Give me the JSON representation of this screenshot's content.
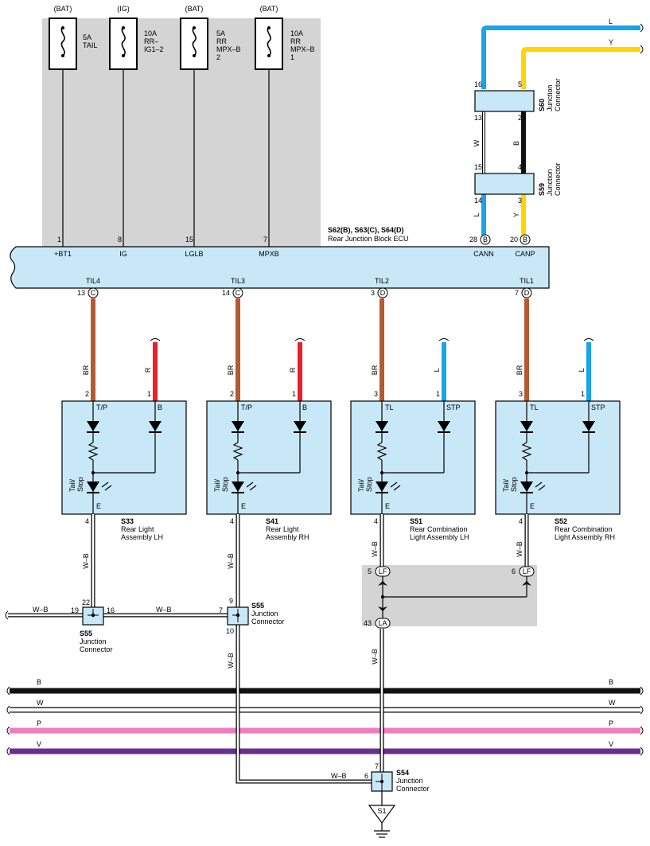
{
  "fuses": [
    {
      "source": "(BAT)",
      "l1": "5A",
      "l2": "TAIL",
      "l3": "",
      "l4": ""
    },
    {
      "source": "(IG)",
      "l1": "10A",
      "l2": "RR–",
      "l3": "IG1–2",
      "l4": ""
    },
    {
      "source": "(BAT)",
      "l1": "5A",
      "l2": "RR",
      "l3": "MPX–B",
      "l4": "2"
    },
    {
      "source": "(BAT)",
      "l1": "10A",
      "l2": "RR",
      "l3": "MPX–B",
      "l4": "1"
    }
  ],
  "ecu": {
    "id": "S62(B), S63(C), S64(D)",
    "name": "Rear Junction Block ECU",
    "top_pins": [
      {
        "pin": "1",
        "label": "+BT1"
      },
      {
        "pin": "8",
        "label": "IG"
      },
      {
        "pin": "15",
        "label": "LGLB"
      },
      {
        "pin": "7",
        "label": "MPXB"
      },
      {
        "pin": "28",
        "conn": "B",
        "label": "CANN"
      },
      {
        "pin": "20",
        "conn": "B",
        "label": "CANP"
      }
    ],
    "bottom_pins": [
      {
        "pin": "13",
        "conn": "C",
        "label": "TIL4"
      },
      {
        "pin": "14",
        "conn": "C",
        "label": "TIL3"
      },
      {
        "pin": "3",
        "conn": "D",
        "label": "TIL2"
      },
      {
        "pin": "7",
        "conn": "D",
        "label": "TIL1"
      }
    ]
  },
  "can": {
    "wire_l": "L",
    "wire_y": "Y",
    "wire_w": "W",
    "wire_b": "B",
    "s60": {
      "id": "S60",
      "name1": "Junction",
      "name2": "Connector",
      "p_top_l": "16",
      "p_top_r": "5",
      "p_bot_l": "13",
      "p_bot_r": "2"
    },
    "s59": {
      "id": "S59",
      "name1": "Junction",
      "name2": "Connector",
      "p_top_l": "15",
      "p_top_r": "4",
      "p_bot_l": "14",
      "p_bot_r": "3"
    }
  },
  "lamps": [
    {
      "id": "S33",
      "name1": "Rear Light",
      "name2": "Assembly LH",
      "pin_l": "2",
      "pin_r": "1",
      "term_l": "T/P",
      "term_r": "B",
      "wire_l": "BR",
      "wire_r": "R",
      "inner1": "Tail/",
      "inner2": "Stop",
      "term_e": "E",
      "pin_e": "4",
      "wire_e": "W–B"
    },
    {
      "id": "S41",
      "name1": "Rear Light",
      "name2": "Assembly RH",
      "pin_l": "2",
      "pin_r": "1",
      "term_l": "T/P",
      "term_r": "B",
      "wire_l": "BR",
      "wire_r": "R",
      "inner1": "Tail/",
      "inner2": "Stop",
      "term_e": "E",
      "pin_e": "4",
      "wire_e": "W–B"
    },
    {
      "id": "S51",
      "name1": "Rear Combination",
      "name2": "Light Assembly LH",
      "pin_l": "3",
      "pin_r": "1",
      "term_l": "TL",
      "term_r": "STP",
      "wire_l": "BR",
      "wire_r": "L",
      "inner1": "Tail/",
      "inner2": "Stop",
      "term_e": "E",
      "pin_e": "4",
      "wire_e": "W–B"
    },
    {
      "id": "S52",
      "name1": "Rear Combination",
      "name2": "Light Assembly RH",
      "pin_l": "3",
      "pin_r": "1",
      "term_l": "TL",
      "term_r": "STP",
      "wire_l": "BR",
      "wire_r": "L",
      "inner1": "Tail/",
      "inner2": "Stop",
      "term_e": "E",
      "pin_e": "4",
      "wire_e": "W–B"
    }
  ],
  "junctions": {
    "s55a": {
      "id": "S55",
      "name1": "Junction",
      "name2": "Connector",
      "p_top": "22",
      "p_left": "19",
      "p_right": "16",
      "wire_left": "W–B",
      "wire_right": "W–B"
    },
    "s55b": {
      "id": "S55",
      "name1": "Junction",
      "name2": "Connector",
      "p_top": "9",
      "p_left": "7",
      "p_bot": "10",
      "wire_bot": "W–B"
    },
    "lf": {
      "conn": "LF",
      "pin_left": "5",
      "pin_right": "6",
      "la_conn": "LA",
      "la_pin": "43",
      "wire": "W–B"
    },
    "s54": {
      "id": "S54",
      "name1": "Junction",
      "name2": "Connector",
      "p_top": "7",
      "p_left": "6",
      "wire_left": "W–B"
    },
    "ground": "S1"
  },
  "bus": [
    {
      "label": "B",
      "color": "#111111"
    },
    {
      "label": "W",
      "color": "#ffffff"
    },
    {
      "label": "P",
      "color": "#f07cc0"
    },
    {
      "label": "V",
      "color": "#6a2e8e"
    }
  ]
}
